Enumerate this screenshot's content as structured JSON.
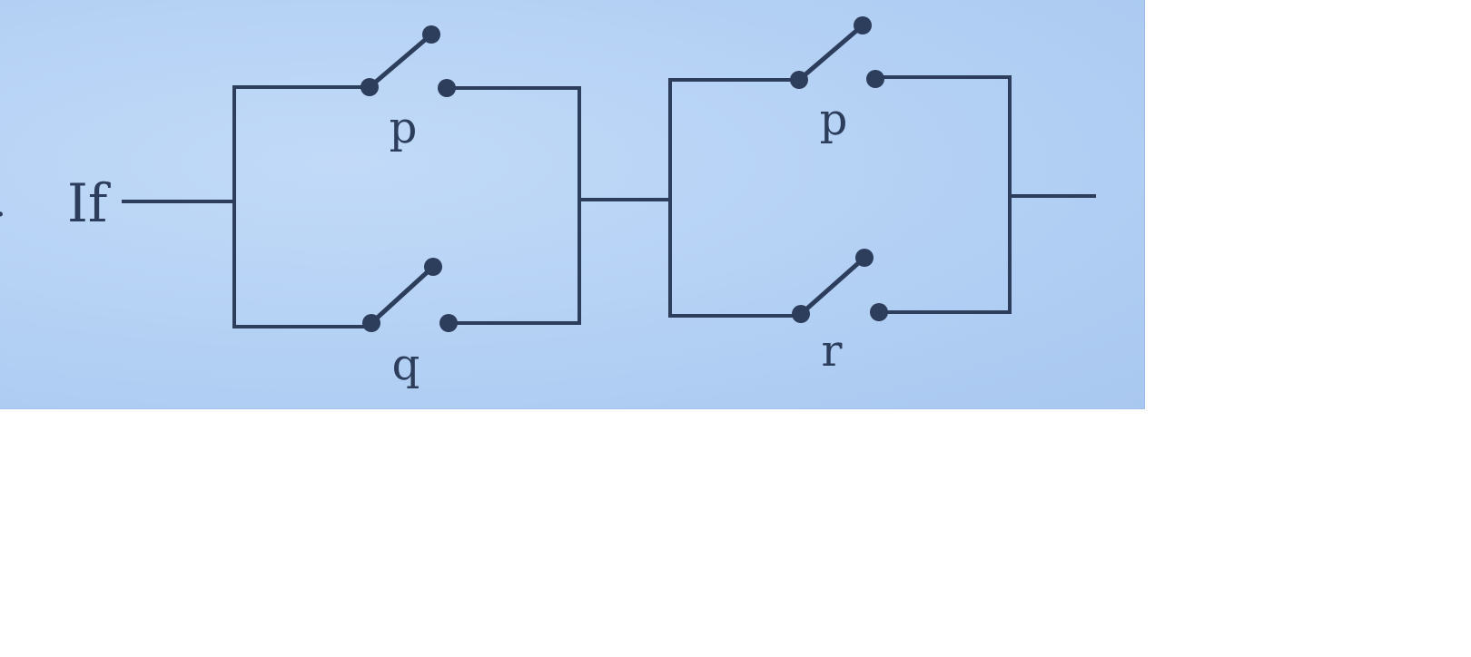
{
  "diagram": {
    "margin_mark": ".",
    "prefix": "If",
    "switches": [
      {
        "label": "p"
      },
      {
        "label": "q"
      },
      {
        "label": "p"
      },
      {
        "label": "r"
      }
    ]
  },
  "colors": {
    "ink": "#2d3d5c",
    "paper": "#b3d0f4",
    "background": "#ffffff"
  }
}
